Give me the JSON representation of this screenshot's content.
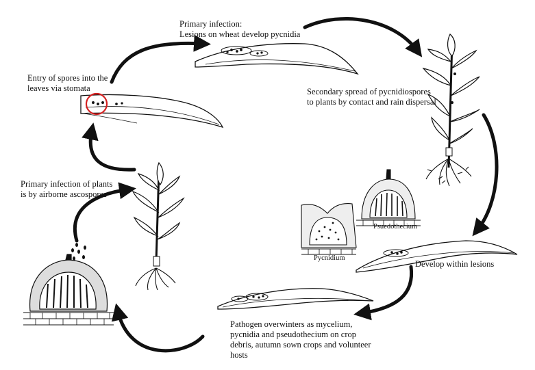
{
  "labels": {
    "primary_infection": [
      "Primary infection:",
      "Lesions on wheat develop pycnidia"
    ],
    "entry_of_spores": [
      "Entry of spores into the",
      "leaves via stomata"
    ],
    "secondary_spread": [
      "Secondary spread of pycnidiospores",
      "to plants by contact and rain dispersal"
    ],
    "airborne_infection": [
      "Primary infection of plants",
      "is by airborne ascospores"
    ],
    "psuedothecium": "Psuedothecium",
    "pycnidium": "Pycnidium",
    "develop_within_lesions": "Develop within lesions",
    "overwinters": [
      "Pathogen overwinters as mycelium,",
      "pycnidia and pseudothecium on crop",
      "debris, autumn sown crops and volunteer",
      "hosts"
    ]
  },
  "colors": {
    "ink": "#111111",
    "highlight": "#d42020"
  },
  "icons": [
    "wheat-leaf-icon",
    "wheat-plant-icon",
    "pseudothecium-icon",
    "pycnidium-icon",
    "stomata-highlight-icon",
    "cycle-arrow-icon"
  ]
}
